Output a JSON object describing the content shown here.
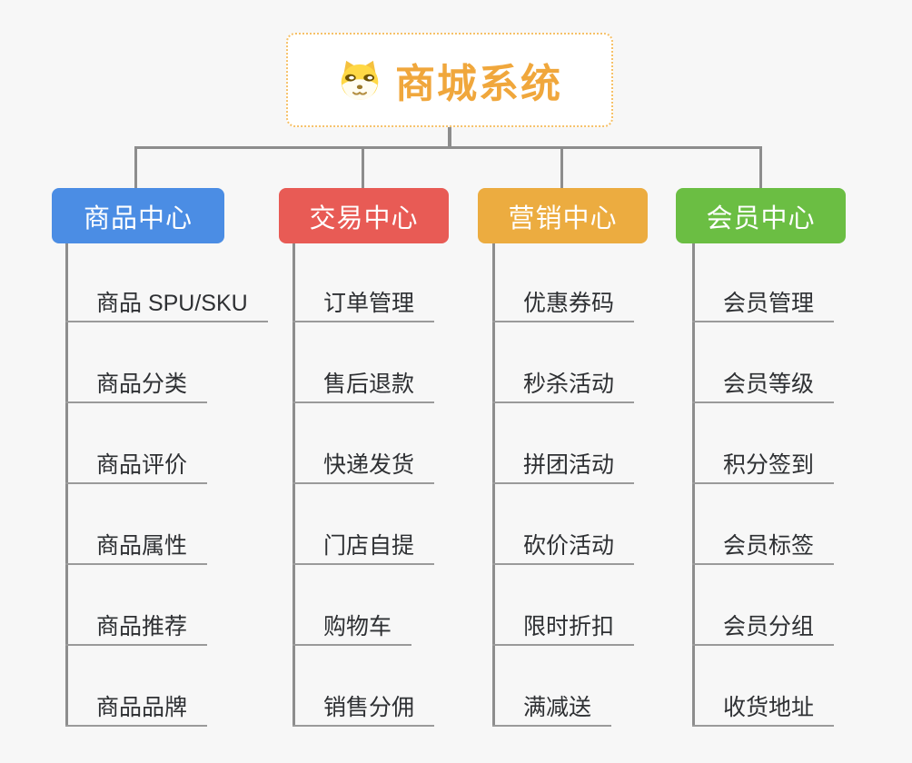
{
  "root": {
    "title": "商城系统",
    "icon": "shiba-dog-icon",
    "accent_color": "#f0a73c",
    "border_color": "#f6c168"
  },
  "line_color": "#8d8d8d",
  "background_color": "#f7f7f7",
  "branches": [
    {
      "label": "商品中心",
      "color": "#4b8de4",
      "children": [
        "商品 SPU/SKU",
        "商品分类",
        "商品评价",
        "商品属性",
        "商品推荐",
        "商品品牌"
      ]
    },
    {
      "label": "交易中心",
      "color": "#e85b55",
      "children": [
        "订单管理",
        "售后退款",
        "快递发货",
        "门店自提",
        "购物车",
        "销售分佣"
      ]
    },
    {
      "label": "营销中心",
      "color": "#ecac40",
      "children": [
        "优惠券码",
        "秒杀活动",
        "拼团活动",
        "砍价活动",
        "限时折扣",
        "满减送"
      ]
    },
    {
      "label": "会员中心",
      "color": "#6bbe43",
      "children": [
        "会员管理",
        "会员等级",
        "积分签到",
        "会员标签",
        "会员分组",
        "收货地址"
      ]
    }
  ]
}
